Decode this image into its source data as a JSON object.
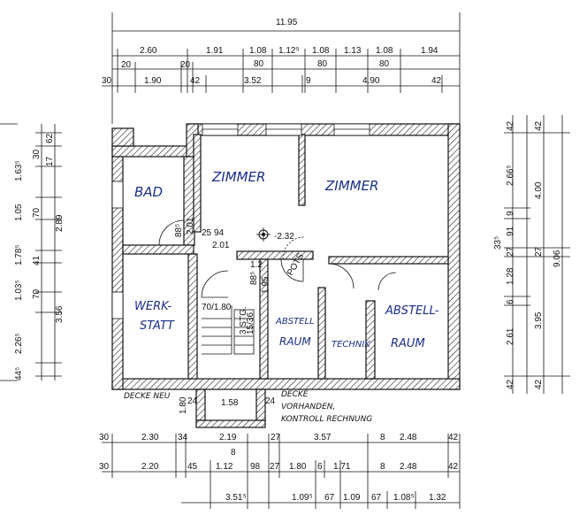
{
  "rooms": {
    "bad": "BAD",
    "zimmer1": "ZIMMER",
    "zimmer2": "ZIMMER",
    "werkstatt_line1": "WERK-",
    "werkstatt_line2": "STATT",
    "abstell1_line1": "ABSTELL",
    "abstell1_line2": "RAUM",
    "technik": "TECHNIK",
    "abstell2_line1": "ABSTELL-",
    "abstell2_line2": "RAUM"
  },
  "notes": {
    "level": "-2.32",
    "stair": "70/1.80",
    "stair_steps": "3 STG.",
    "stair_steps2": "15/36",
    "door_a": "88⁵",
    "door_b": "2.01",
    "door_c": "25",
    "door_d": "94",
    "door_e": "2.01",
    "door_f": "88⁵",
    "door_g": "1.95",
    "door_h": "1.2",
    "door_i": "POTS",
    "decke_neu": "DECKE NEU",
    "decke_vorh_1": "DECKE",
    "decke_vorh_2": "VORHANDEN,",
    "decke_vorh_3": "KONTROLL RECHNUNG",
    "lightwell": "1.58",
    "lw_24a": "24",
    "lw_24b": "24",
    "lw_180": "1.80"
  },
  "top_dims": {
    "total": "11.95",
    "row1": [
      "2.60",
      "1.91",
      "1.08",
      "1.12⁵",
      "1.08",
      "1.13",
      "1.08",
      "1.94"
    ],
    "row2": [
      "20",
      "20",
      "80",
      "80",
      "80"
    ],
    "row3": [
      "30",
      "1.90",
      "42",
      "3.52",
      "9",
      "4.90",
      "42"
    ]
  },
  "bottom_dims": {
    "row1": [
      "30",
      "2.30",
      "34",
      "2.19",
      "27",
      "3.57",
      "8",
      "2.48",
      "42"
    ],
    "row1_sub": "8",
    "row2": [
      "30",
      "2.20",
      "45",
      "1.12",
      "98",
      "27",
      "1.80",
      "6",
      "1.71",
      "8",
      "2.48",
      "42"
    ],
    "row3": [
      "3.51⁵",
      "1.09⁵",
      "67",
      "1.09",
      "67",
      "1.08⁵",
      "1.32"
    ]
  },
  "left_dims": {
    "outer": [
      "62",
      "30",
      "17",
      "1.63⁵",
      "1.05",
      "70",
      "1.78⁵",
      "41",
      "1.03⁵",
      "70",
      "2.26⁵",
      "44⁵"
    ],
    "inner": [
      "2.89",
      "3.56"
    ]
  },
  "right_dims": {
    "col1": [
      "42",
      "2.66⁵",
      "9",
      "91",
      "27",
      "1.28",
      "6",
      "2.61",
      "42"
    ],
    "col2": [
      "42",
      "4.00",
      "27",
      "3.95",
      "42"
    ],
    "col3": [
      "9.06"
    ],
    "col0": [
      "33⁵"
    ]
  }
}
